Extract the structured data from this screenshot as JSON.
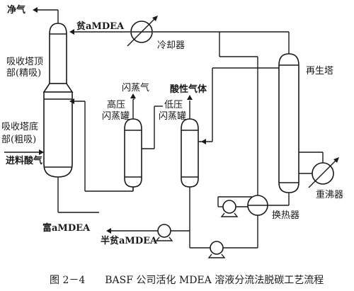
{
  "labels": {
    "clean_gas": "净气",
    "lean_mdea": "贫aMDEA",
    "cooler": "冷却器",
    "absorber_top_1": "吸收塔顶",
    "absorber_top_2": "部(精吸)",
    "absorber_bottom_1": "吸收塔底",
    "absorber_bottom_2": "部(粗吸)",
    "feed_gas": "进料酸气",
    "flash_vapor": "闪蒸气",
    "acid_gas": "酸性气体",
    "hp_flash_1": "高压",
    "hp_flash_2": "闪蒸罐",
    "lp_flash_1": "低压",
    "lp_flash_2": "闪蒸罐",
    "regenerator": "再生塔",
    "reboiler": "重沸器",
    "heat_exchanger": "换热器",
    "rich_mdea": "富aMDEA",
    "semi_lean_mdea": "半贫aMDEA"
  },
  "caption": "图 2－4　　BASF 公司活化 MDEA 溶液分流法脱碳工艺流程"
}
